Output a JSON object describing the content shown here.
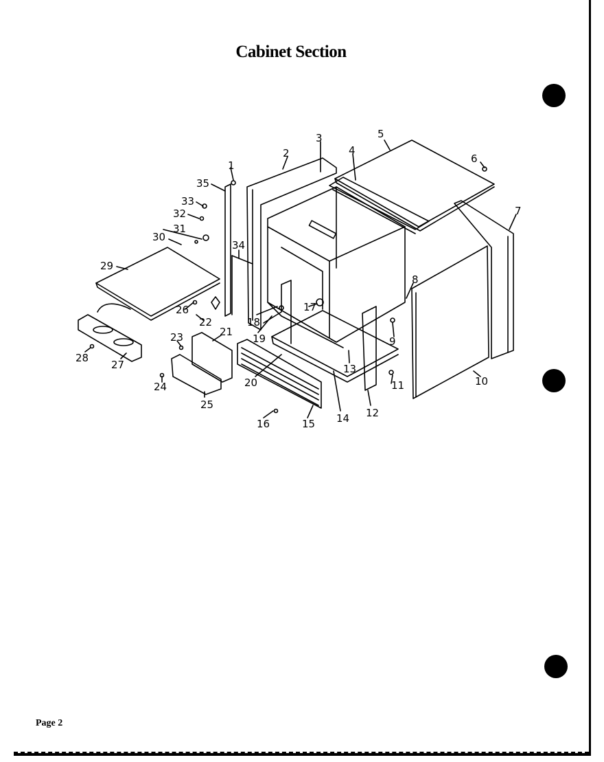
{
  "page": {
    "title": "Cabinet Section",
    "footer": "Page 2"
  },
  "diagram": {
    "callouts": [
      "1",
      "2",
      "3",
      "4",
      "5",
      "6",
      "7",
      "8",
      "9",
      "10",
      "11",
      "12",
      "13",
      "14",
      "15",
      "16",
      "17",
      "18",
      "19",
      "20",
      "21",
      "22",
      "23",
      "24",
      "25",
      "26",
      "27",
      "28",
      "29",
      "30",
      "31",
      "32",
      "33",
      "34",
      "35"
    ]
  },
  "colors": {
    "ink": "#000000",
    "paper": "#ffffff"
  }
}
